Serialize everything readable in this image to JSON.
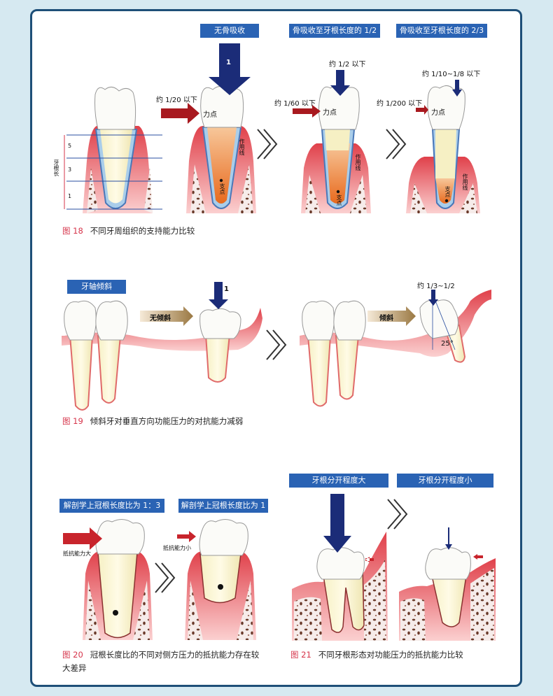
{
  "colors": {
    "border": "#1e4f78",
    "tag_bg": "#2a63b4",
    "caption_number": "#d6354b",
    "force_arrow_red": "#a8191f",
    "force_arrow_blue": "#1b2c78",
    "gum": "#f08a8a",
    "pulp": "#e86a1e",
    "root": "#f6f0c4",
    "bone_dot": "#6a3a2a"
  },
  "fig18": {
    "tag_no_resorption": "无骨吸收",
    "tag_half": "骨吸收至牙根长度的 1/2",
    "tag_two_thirds": "骨吸收至牙根长度的 2/3",
    "caption_number": "图 18",
    "caption_text": "不同牙周组织的支持能力比较",
    "root_length_label": "牙根长",
    "scale_marks": [
      "5",
      "3",
      "1"
    ],
    "arrow_value_1": "1",
    "arrow_value_2": "约 1/2 以下",
    "arrow_value_3": "约 1/10~1/8 以下",
    "lateral_1": "约 1/20 以下",
    "lateral_2": "约 1/60 以下",
    "lateral_3": "约 1/200 以下",
    "force_point": "力点",
    "fulcrum": "支点",
    "action_line": "作用线"
  },
  "fig19": {
    "tag_axis": "牙轴倾斜",
    "no_tilt": "无倾斜",
    "tilt": "倾斜",
    "arrow_value": "1",
    "tilt_value": "约 1/3~1/2",
    "angle": "25°",
    "caption_number": "图 19",
    "caption_text": "倾斜牙对垂直方向功能压力的对抗能力减弱"
  },
  "fig20": {
    "tag_ratio_1": "解剖学上冠根长度比为 1：3",
    "tag_ratio_2": "解剖学上冠根长度比为 1",
    "resist_large": "抵抗能力大",
    "resist_small": "抵抗能力小",
    "caption_number": "图 20",
    "caption_text_line1": "冠根长度比的不同对侧方压力的抵抗能力存在较",
    "caption_text_line2": "大差异"
  },
  "fig21": {
    "tag_large": "牙根分开程度大",
    "tag_small": "牙根分开程度小",
    "caption_number": "图 21",
    "caption_text": "不同牙根形态对功能压力的抵抗能力比较"
  }
}
